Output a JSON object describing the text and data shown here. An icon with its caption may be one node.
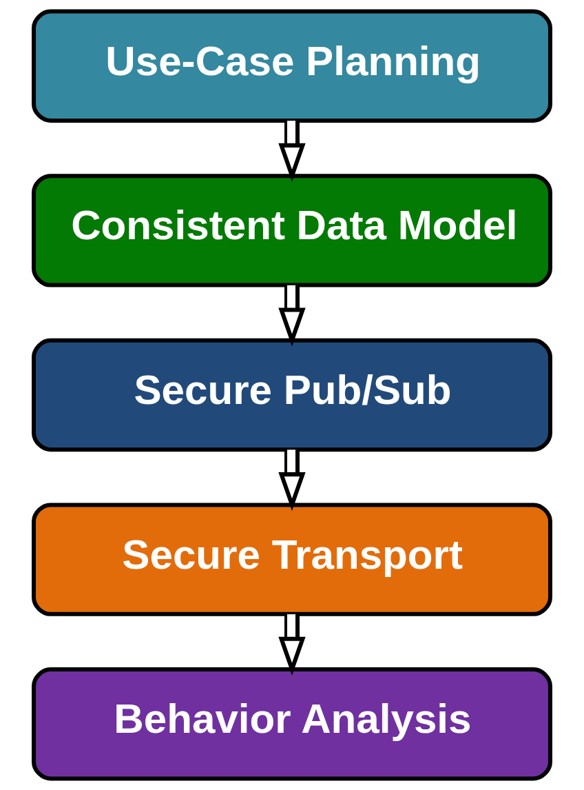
{
  "diagram": {
    "nodes": [
      {
        "text": [
          "Use-Case Planning"
        ]
      },
      {
        "text": [
          "Consistent Data Model"
        ]
      },
      {
        "text": [
          "Secure Pub/Sub"
        ]
      },
      {
        "text": [
          "Secure Transport"
        ]
      },
      {
        "text": [
          "Behavior Analysis"
        ]
      }
    ],
    "edges": [
      {
        "from": 0,
        "to": 1,
        "arrow": "to"
      },
      {
        "from": 1,
        "to": 2,
        "arrow": "to"
      },
      {
        "from": 2,
        "to": 3,
        "arrow": "to"
      },
      {
        "from": 3,
        "to": 4,
        "arrow": "to"
      }
    ]
  }
}
